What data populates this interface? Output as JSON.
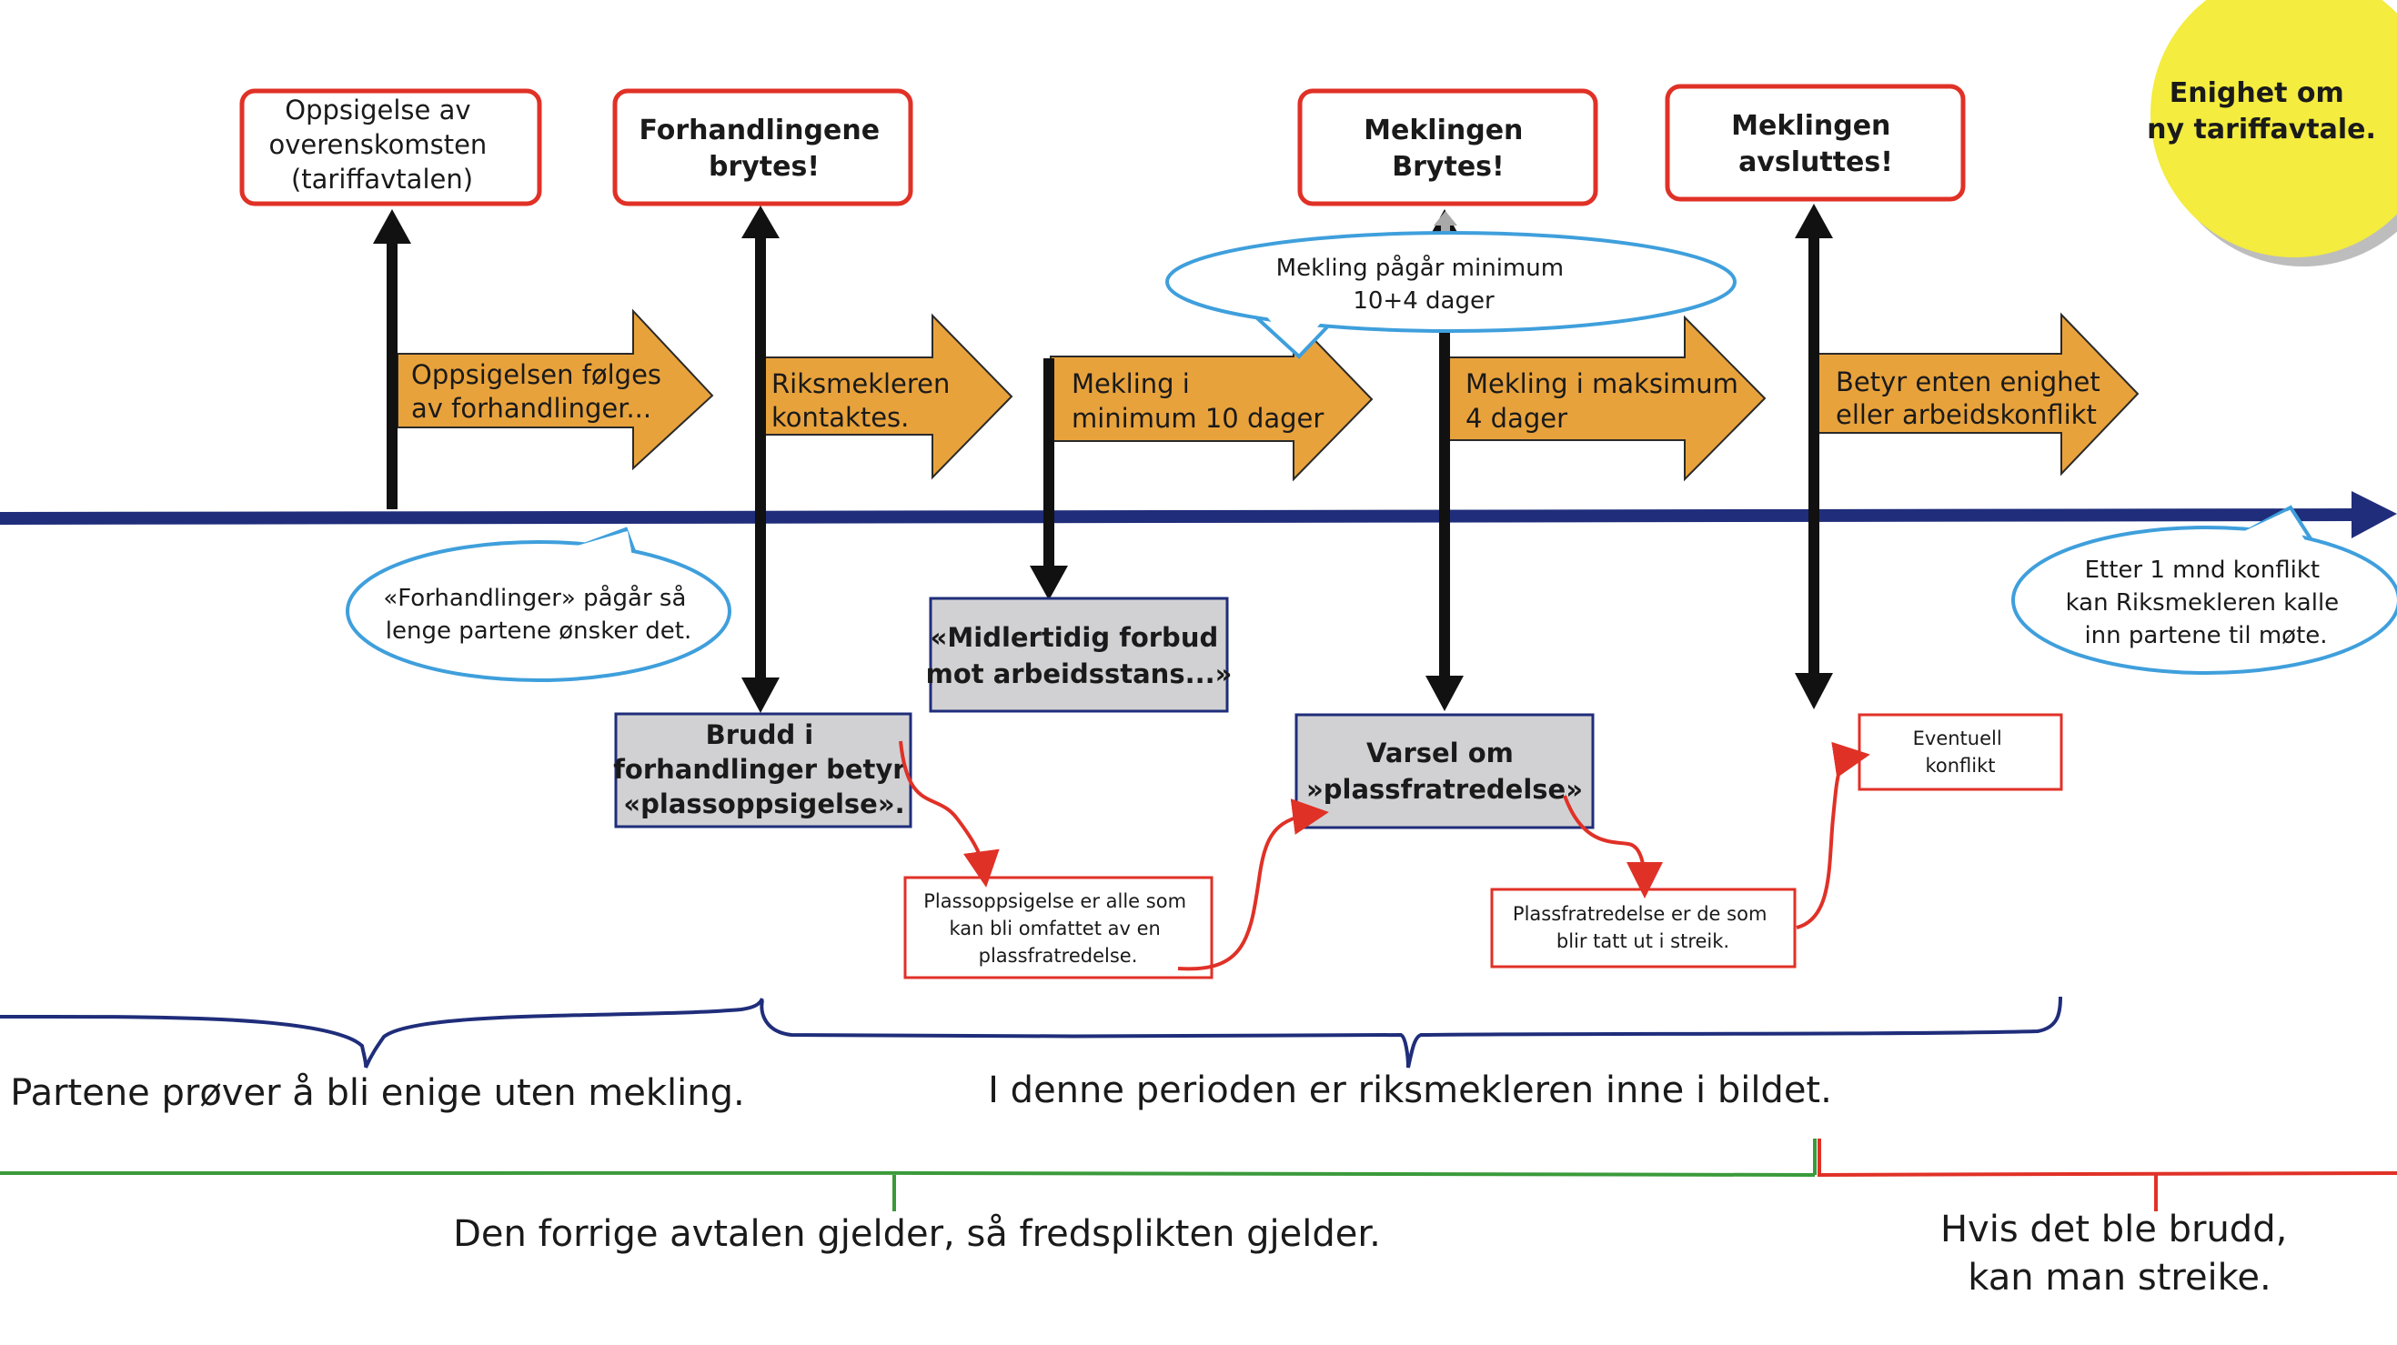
{
  "colors": {
    "timeline": "#1f2d7a",
    "arrow_fill": "#e8a23c",
    "box_border": "#e03127",
    "grey_box": "#d1d1d3",
    "callout_border": "#3f9fdc",
    "sun": "#f4ec3e",
    "peace_line": "#3a9a3a",
    "strike_line": "#e03127"
  },
  "events": {
    "oppsigelse": [
      "Oppsigelse av",
      "overenskomsten",
      "(tariffavtalen)"
    ],
    "brytes": [
      "Forhandlingene",
      "brytes!"
    ],
    "mekling_brytes": [
      "Meklingen",
      "Brytes!"
    ],
    "mekling_avsluttes": [
      "Meklingen",
      "avsluttes!"
    ]
  },
  "arrows": {
    "a1": [
      "Oppsigelsen følges",
      "av forhandlinger..."
    ],
    "a2": [
      "Riksmekleren",
      "kontaktes."
    ],
    "a3": [
      "Mekling i",
      "minimum 10 dager"
    ],
    "a4": [
      "Mekling i maksimum",
      "4 dager"
    ],
    "a5": [
      "Betyr enten enighet",
      "eller arbeidskonflikt"
    ]
  },
  "callouts": {
    "forhandlinger": [
      "«Forhandlinger» pågår så",
      "lenge partene ønsker det."
    ],
    "mekling_min": [
      "Mekling pågår minimum",
      "10+4 dager"
    ],
    "etter_1mnd": [
      "Etter 1 mnd konflikt",
      "kan Riksmekleren kalle",
      "inn partene til møte."
    ]
  },
  "sun_text": [
    "Enighet om",
    "ny tariffavtale."
  ],
  "grey_boxes": {
    "brudd": [
      "Brudd i",
      "forhandlinger betyr",
      "«plassoppsigelse»."
    ],
    "midlertidig": [
      "«Midlertidig forbud",
      "mot arbeidsstans...»"
    ],
    "varsel": [
      "Varsel om",
      "»plassfratredelse»"
    ]
  },
  "notes": {
    "plassoppsigelse": [
      "Plassoppsigelse er alle som",
      "kan bli omfattet av en",
      "plassfratredelse."
    ],
    "plassfratredelse": [
      "Plassfratredelse er de som",
      "blir tatt ut i streik."
    ],
    "eventuell": [
      "Eventuell",
      "konflikt"
    ]
  },
  "periods": {
    "uten_mekling": "Partene prøver å bli enige uten mekling.",
    "riksmekleren": "I denne perioden er riksmekleren inne i bildet.",
    "fredsplikt": "Den forrige avtalen gjelder, så fredsplikten gjelder.",
    "streik": [
      "Hvis det ble brudd,",
      "kan man streike."
    ]
  }
}
